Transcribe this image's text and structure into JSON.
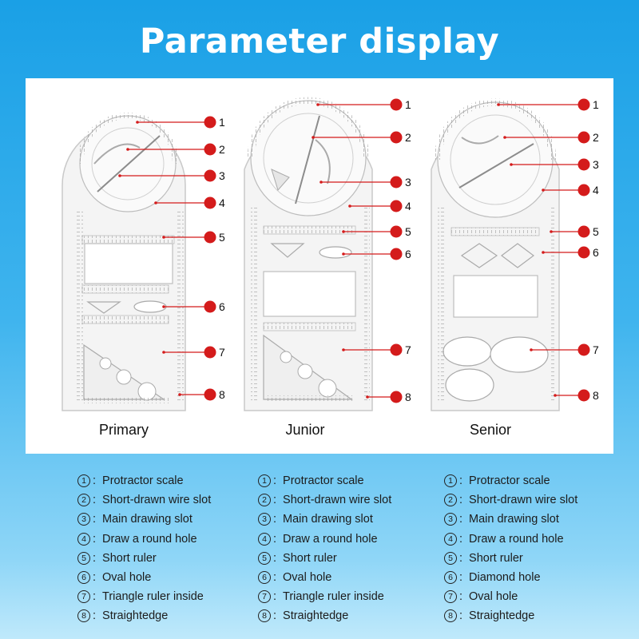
{
  "title": "Parameter display",
  "colors": {
    "header_blue": "#1aa0e6",
    "callout_red": "#d41b1b",
    "panel_white": "#ffffff"
  },
  "rulers": [
    {
      "name": "Primary",
      "legend": [
        {
          "num": "1",
          "label": "Protractor scale"
        },
        {
          "num": "2",
          "label": "Short-drawn wire slot"
        },
        {
          "num": "3",
          "label": "Main drawing slot"
        },
        {
          "num": "4",
          "label": "Draw a round hole"
        },
        {
          "num": "5",
          "label": "Short ruler"
        },
        {
          "num": "6",
          "label": "Oval hole"
        },
        {
          "num": "7",
          "label": "Triangle ruler inside"
        },
        {
          "num": "8",
          "label": "Straightedge"
        }
      ]
    },
    {
      "name": "Junior",
      "legend": [
        {
          "num": "1",
          "label": "Protractor scale"
        },
        {
          "num": "2",
          "label": "Short-drawn wire slot"
        },
        {
          "num": "3",
          "label": "Main drawing slot"
        },
        {
          "num": "4",
          "label": "Draw a round hole"
        },
        {
          "num": "5",
          "label": "Short ruler"
        },
        {
          "num": "6",
          "label": "Oval hole"
        },
        {
          "num": "7",
          "label": "Triangle ruler inside"
        },
        {
          "num": "8",
          "label": "Straightedge"
        }
      ]
    },
    {
      "name": "Senior",
      "legend": [
        {
          "num": "1",
          "label": "Protractor scale"
        },
        {
          "num": "2",
          "label": "Short-drawn wire slot"
        },
        {
          "num": "3",
          "label": "Main drawing slot"
        },
        {
          "num": "4",
          "label": "Draw a round hole"
        },
        {
          "num": "5",
          "label": "Short ruler"
        },
        {
          "num": "6",
          "label": "Diamond hole"
        },
        {
          "num": "7",
          "label": "Oval hole"
        },
        {
          "num": "8",
          "label": "Straightedge"
        }
      ]
    }
  ]
}
